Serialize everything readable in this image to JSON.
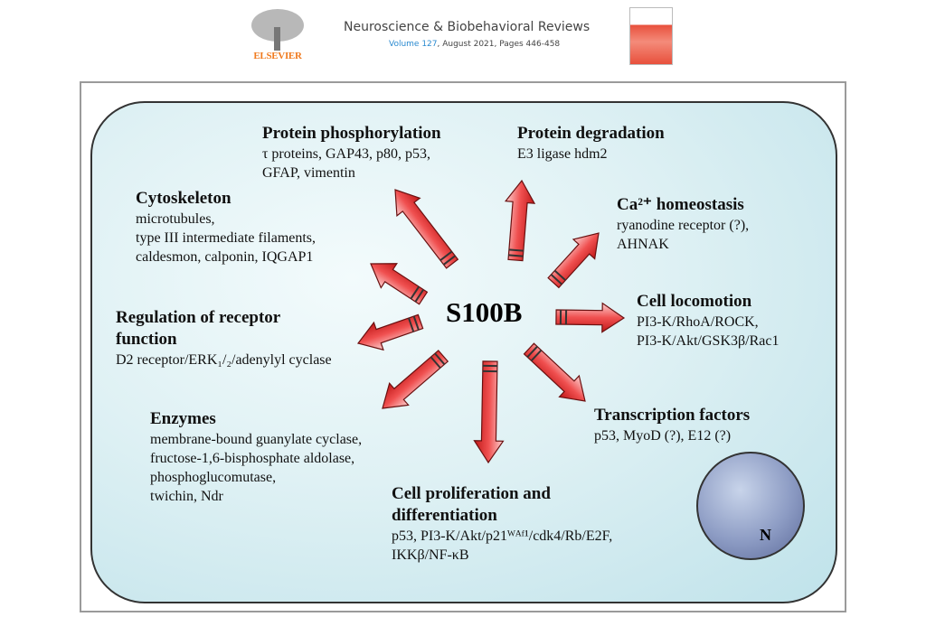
{
  "header": {
    "publisher": "ELSEVIER",
    "journal": "Neuroscience & Biobehavioral Reviews",
    "volume": "Volume 127",
    "details": ", August 2021, Pages 446-458"
  },
  "diagram": {
    "center": "S100B",
    "nucleus": "N",
    "colors": {
      "arrow": "#e8232a",
      "cell_bg": "#d9eef2"
    },
    "targets": [
      {
        "title": "Protein phosphorylation",
        "lines": [
          "τ proteins, GAP43, p80, p53,",
          "GFAP, vimentin"
        ]
      },
      {
        "title": "Protein degradation",
        "lines": [
          "E3 ligase hdm2"
        ]
      },
      {
        "title": "Ca²⁺ homeostasis",
        "lines": [
          "ryanodine receptor (?),",
          "AHNAK"
        ]
      },
      {
        "title": "Cytoskeleton",
        "lines": [
          "microtubules,",
          "type III intermediate filaments,",
          "caldesmon, calponin, IQGAP1"
        ]
      },
      {
        "title": "Regulation of receptor function",
        "lines": [
          "D2 receptor/ERK₁/₂/adenylyl cyclase"
        ]
      },
      {
        "title": "Cell locomotion",
        "lines": [
          "PI3-K/RhoA/ROCK,",
          "PI3-K/Akt/GSK3β/Rac1"
        ]
      },
      {
        "title": "Transcription factors",
        "lines": [
          "p53, MyoD (?), E12 (?)"
        ]
      },
      {
        "title": "Cell proliferation and differentiation",
        "lines": [
          "p53, PI3-K/Akt/p21ᵂᴬᶠ¹/cdk4/Rb/E2F,",
          "IKKβ/NF-κB"
        ]
      },
      {
        "title": "Enzymes",
        "lines": [
          "membrane-bound guanylate cyclase,",
          "fructose-1,6-bisphosphate aldolase,",
          "phosphoglucomutase,",
          "twichin, Ndr"
        ]
      }
    ]
  }
}
